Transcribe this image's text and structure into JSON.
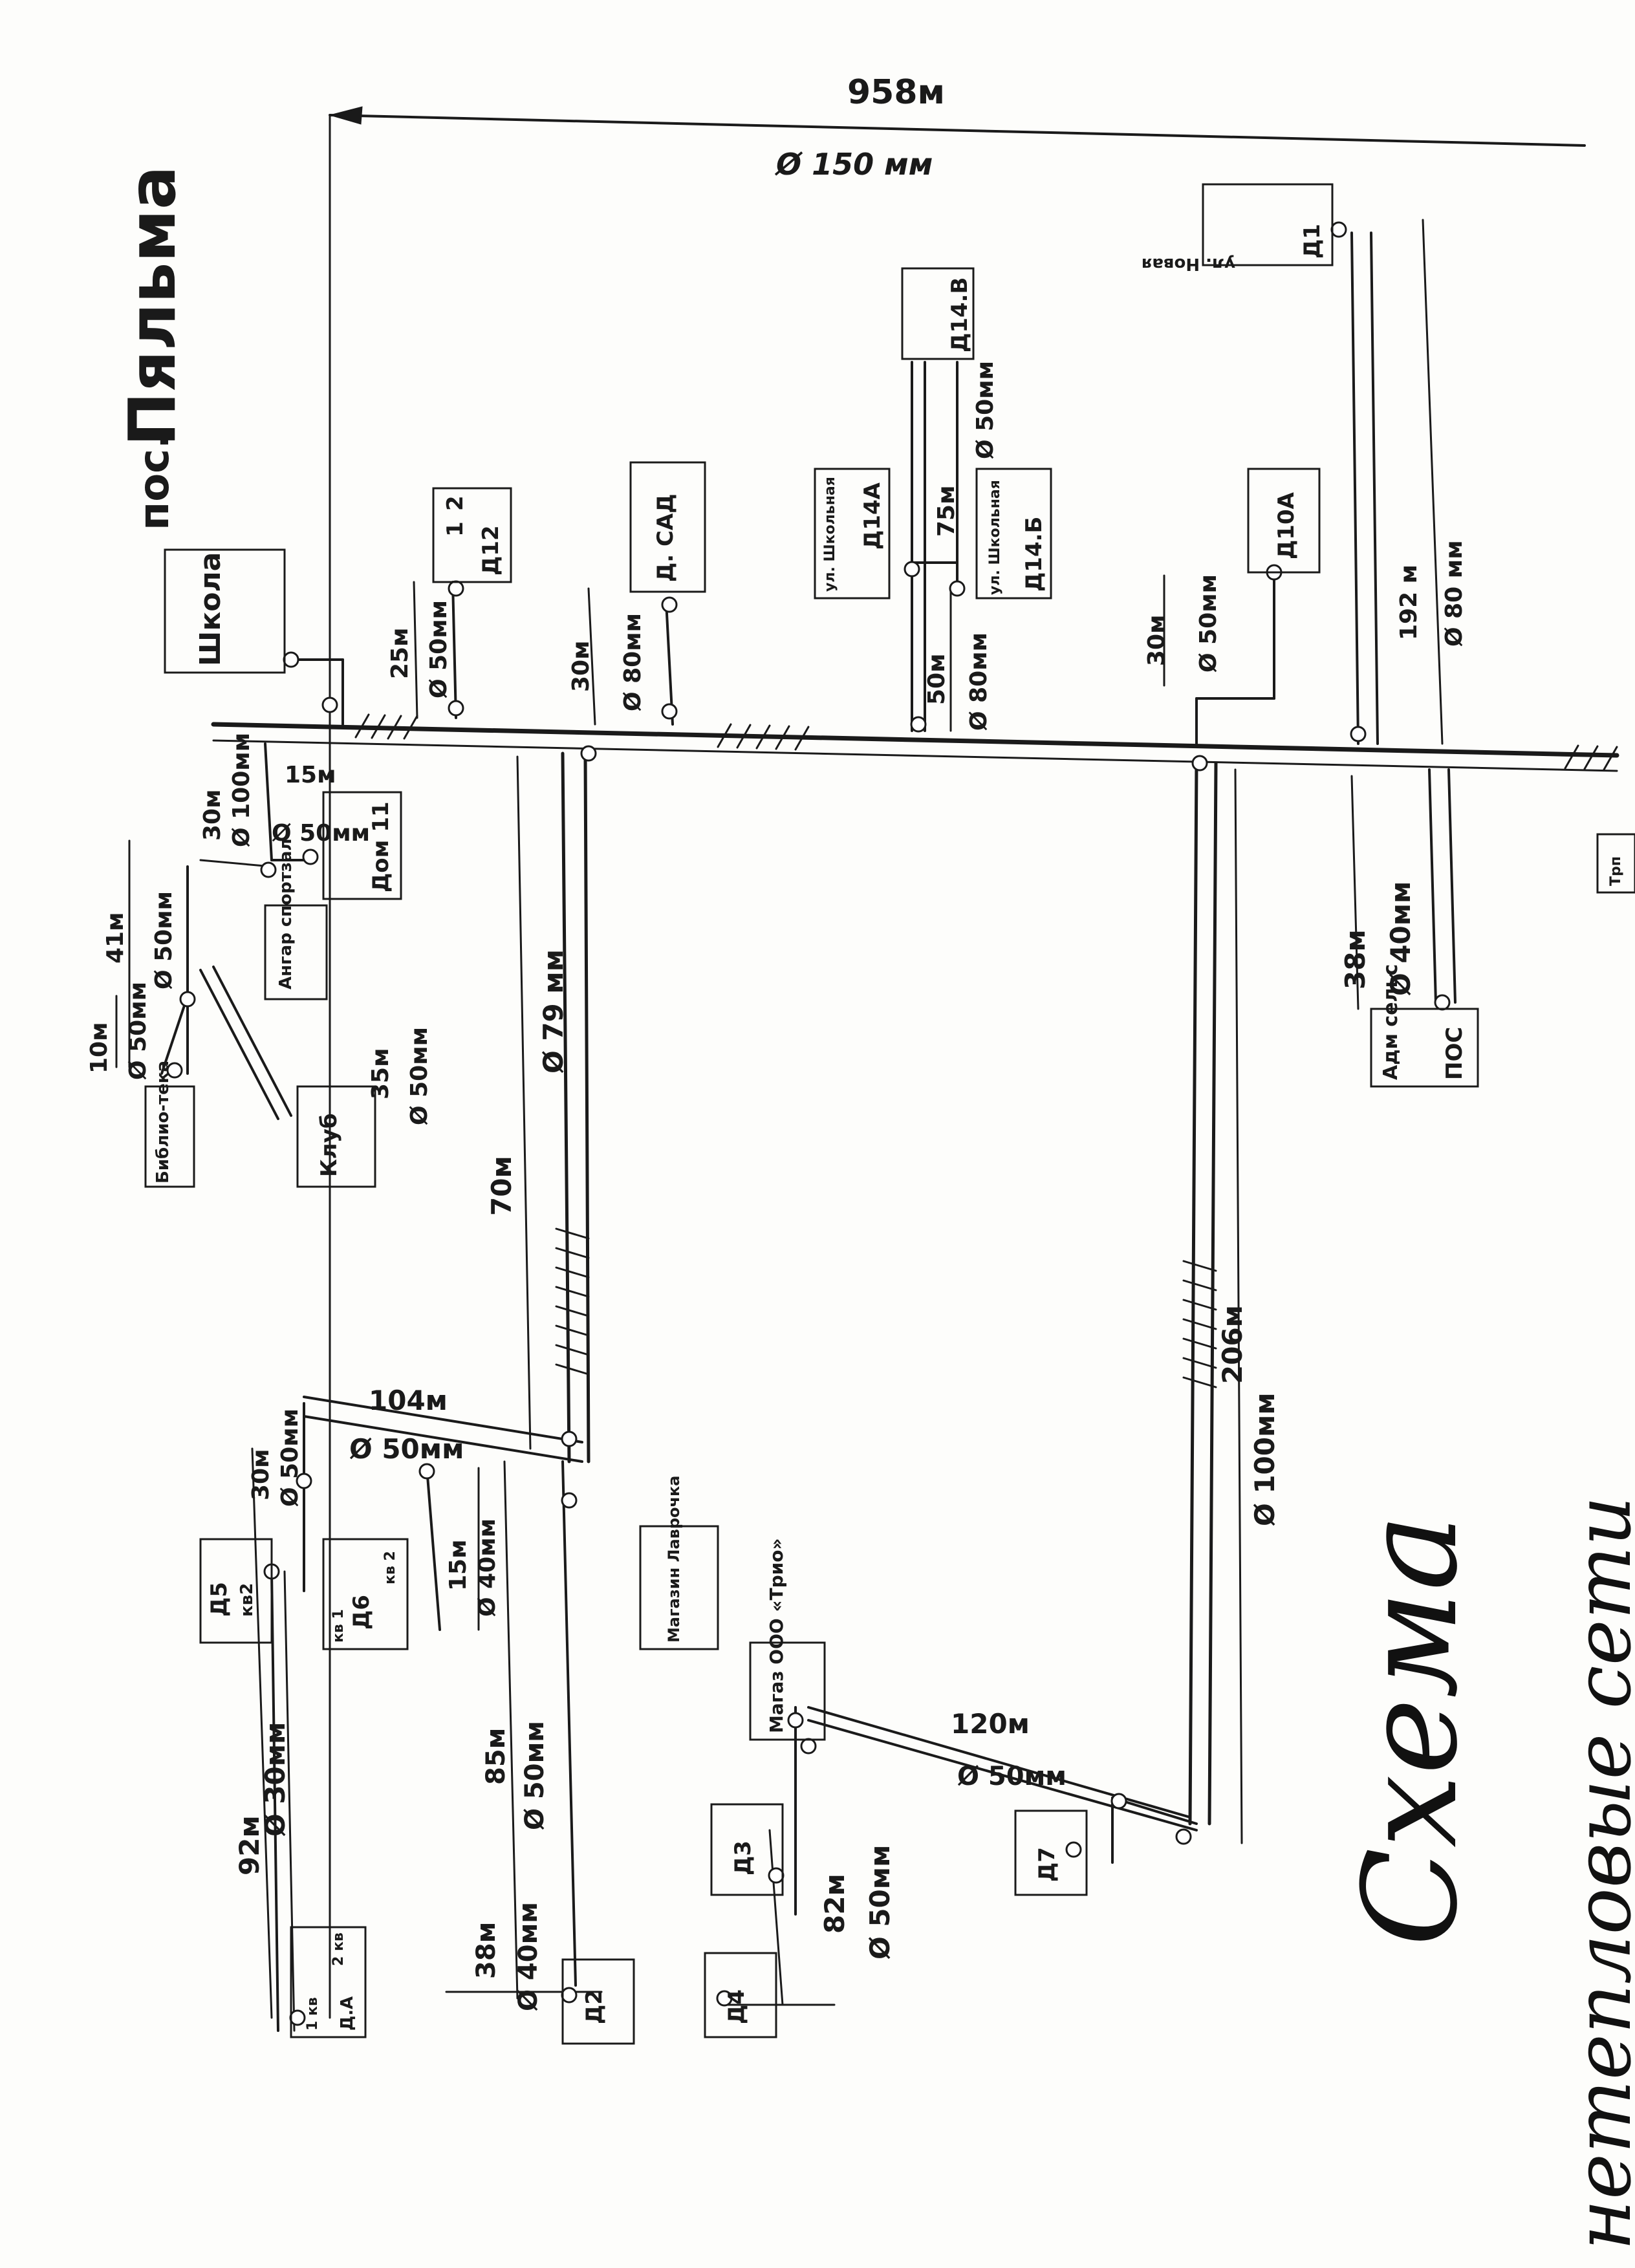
{
  "settlement": {
    "prefix": "пос.",
    "name": "Пяльма"
  },
  "scheme_title": "Схема",
  "main_line": {
    "length": "958м",
    "diameter": "Ø 150 мм"
  },
  "branches": [
    {
      "length": "192 м",
      "diameter": "Ø 80 мм"
    },
    {
      "length": "30м",
      "diameter": "Ø 50мм"
    },
    {
      "length": "50м",
      "diameter": "Ø 80мм"
    },
    {
      "length": "75м",
      "diameter": "Ø 50мм"
    },
    {
      "length": "30м",
      "diameter": "Ø 80мм"
    },
    {
      "length": "25м",
      "diameter": "Ø 50мм"
    },
    {
      "length": "30м",
      "diameter": "Ø 100мм"
    },
    {
      "length": "15м",
      "diameter": "Ø 50мм"
    },
    {
      "length": "41м",
      "diameter": "Ø 50мм"
    },
    {
      "length": "10м",
      "diameter": "Ø 50мм"
    },
    {
      "length": "35м",
      "diameter": "Ø 50мм"
    },
    {
      "length": "70м",
      "diameter": "Ø 79 мм"
    },
    {
      "length": "104м",
      "diameter": "Ø 50мм"
    },
    {
      "length": "30м",
      "diameter": "Ø 50мм"
    },
    {
      "length": "15м",
      "diameter": "Ø 40мм"
    },
    {
      "length": "85м",
      "diameter": "Ø 50мм"
    },
    {
      "length": "38м",
      "diameter": "Ø 40мм"
    },
    {
      "length": "92м",
      "diameter": "Ø 30мм"
    },
    {
      "length": "206м",
      "diameter": "Ø 100мм"
    },
    {
      "length": "120м",
      "diameter": "Ø 50мм"
    },
    {
      "length": "82м",
      "diameter": "Ø 50мм"
    },
    {
      "length": "38м",
      "diameter": "Ø 40мм"
    }
  ],
  "buildings": {
    "school": "Школа",
    "d12": "Д12",
    "d12_n1": "1",
    "d12_n2": "2",
    "kindergarten": "Д. САД",
    "d14a": "Д14А",
    "d14a_street": "ул. Школьная",
    "d14b": "Д14.Б",
    "d14b_street": "ул. Школьная",
    "d14v": "Д14.В",
    "d10a": "Д10А",
    "d1": "Д1",
    "d1_street": "ул. Новая",
    "dom11": "Дом 11",
    "hangar": "Ангар спортзал",
    "club": "Клуб",
    "library": "Библио-тека",
    "admin": "Адм сельс",
    "post": "ПОС",
    "d5": "Д5",
    "d5_kv": "кв2",
    "d6": "Д6",
    "d6_kv1": "кв 1",
    "d6_kv2": "кв 2",
    "shop1": "Магазин Лаврочка",
    "shop2": "Магаз ООО «Трио»",
    "d3": "Д3",
    "d7": "Д7",
    "d2": "Д2",
    "d4": "Д4",
    "dA": "Д.А",
    "dA_kv1": "1 кв",
    "dA_kv2": "2 кв",
    "edge_box": "Трп"
  },
  "margin_text": "нетепловые сети"
}
